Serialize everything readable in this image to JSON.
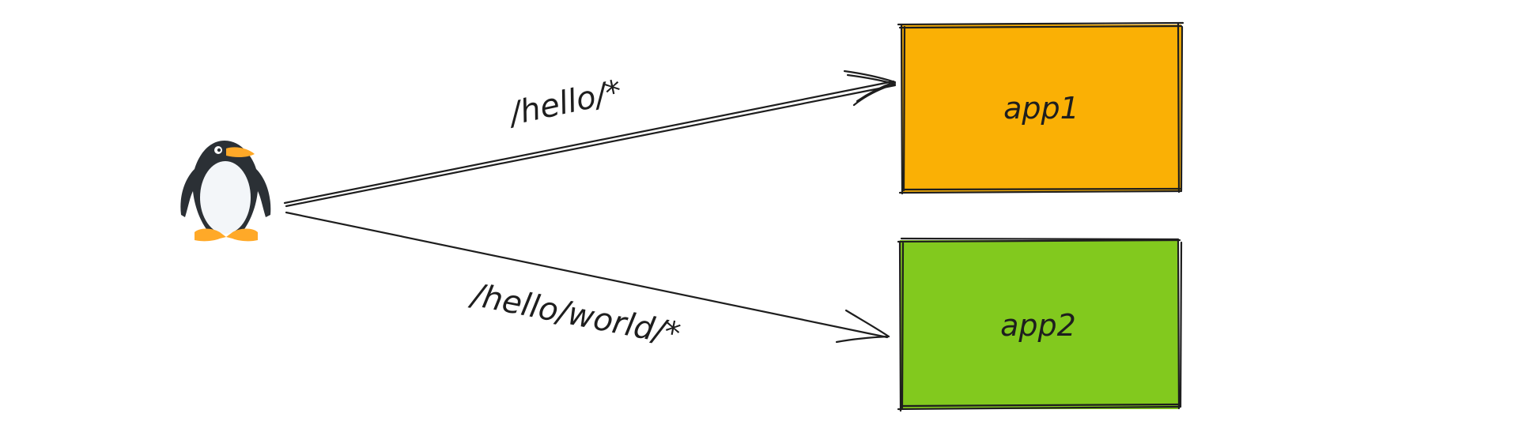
{
  "routes": [
    {
      "path": "/hello/*",
      "target": "app1"
    },
    {
      "path": "/hello/world/*",
      "target": "app2"
    }
  ],
  "apps": [
    {
      "name": "app1",
      "fill": "#fab005"
    },
    {
      "name": "app2",
      "fill": "#82c91e"
    }
  ],
  "colors": {
    "stroke": "#1e1e1e",
    "penguin_body": "#2b3035",
    "penguin_belly": "#f3f6f9",
    "penguin_beak": "#ffa928"
  },
  "icons": {
    "client": "penguin-icon"
  }
}
